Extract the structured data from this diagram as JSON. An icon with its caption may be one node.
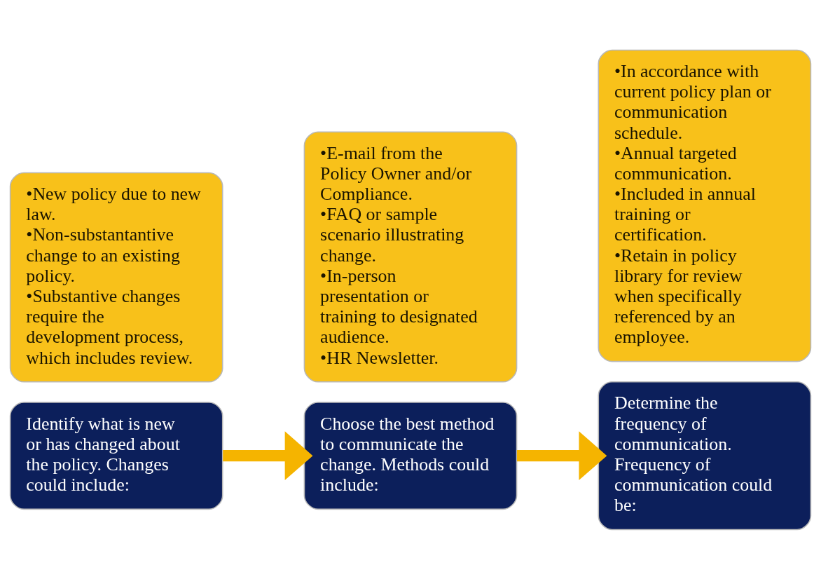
{
  "diagram": {
    "nodes": [
      {
        "text": [
          "Identify what is new or has changed about the policy. Changes could include:"
        ]
      },
      {
        "text": [
          "•New policy due to new law.",
          "•Non-substantantive change to an existing policy.",
          "•Substantive changes require the development process, which includes review."
        ]
      },
      {
        "text": [
          "Choose the best method to communicate the change. Methods could include:"
        ]
      },
      {
        "text": [
          "•E-mail from the Policy Owner and/or Compliance.",
          "•FAQ or sample scenario illustrating change.",
          "•In-person presentation or training to designated audience.",
          "•HR Newsletter."
        ]
      },
      {
        "text": [
          "Determine the frequency of communication. Frequency of communication could be:"
        ]
      },
      {
        "text": [
          "•In accordance with current policy plan or communication schedule.",
          "•Annual targeted communication.",
          "•Included in annual training or certification.",
          "•Retain in policy library for review when specifically referenced by an employee."
        ]
      }
    ],
    "edges": [
      {
        "from": 0,
        "to": 2,
        "arrow": "to"
      },
      {
        "from": 2,
        "to": 4,
        "arrow": "to"
      }
    ]
  }
}
